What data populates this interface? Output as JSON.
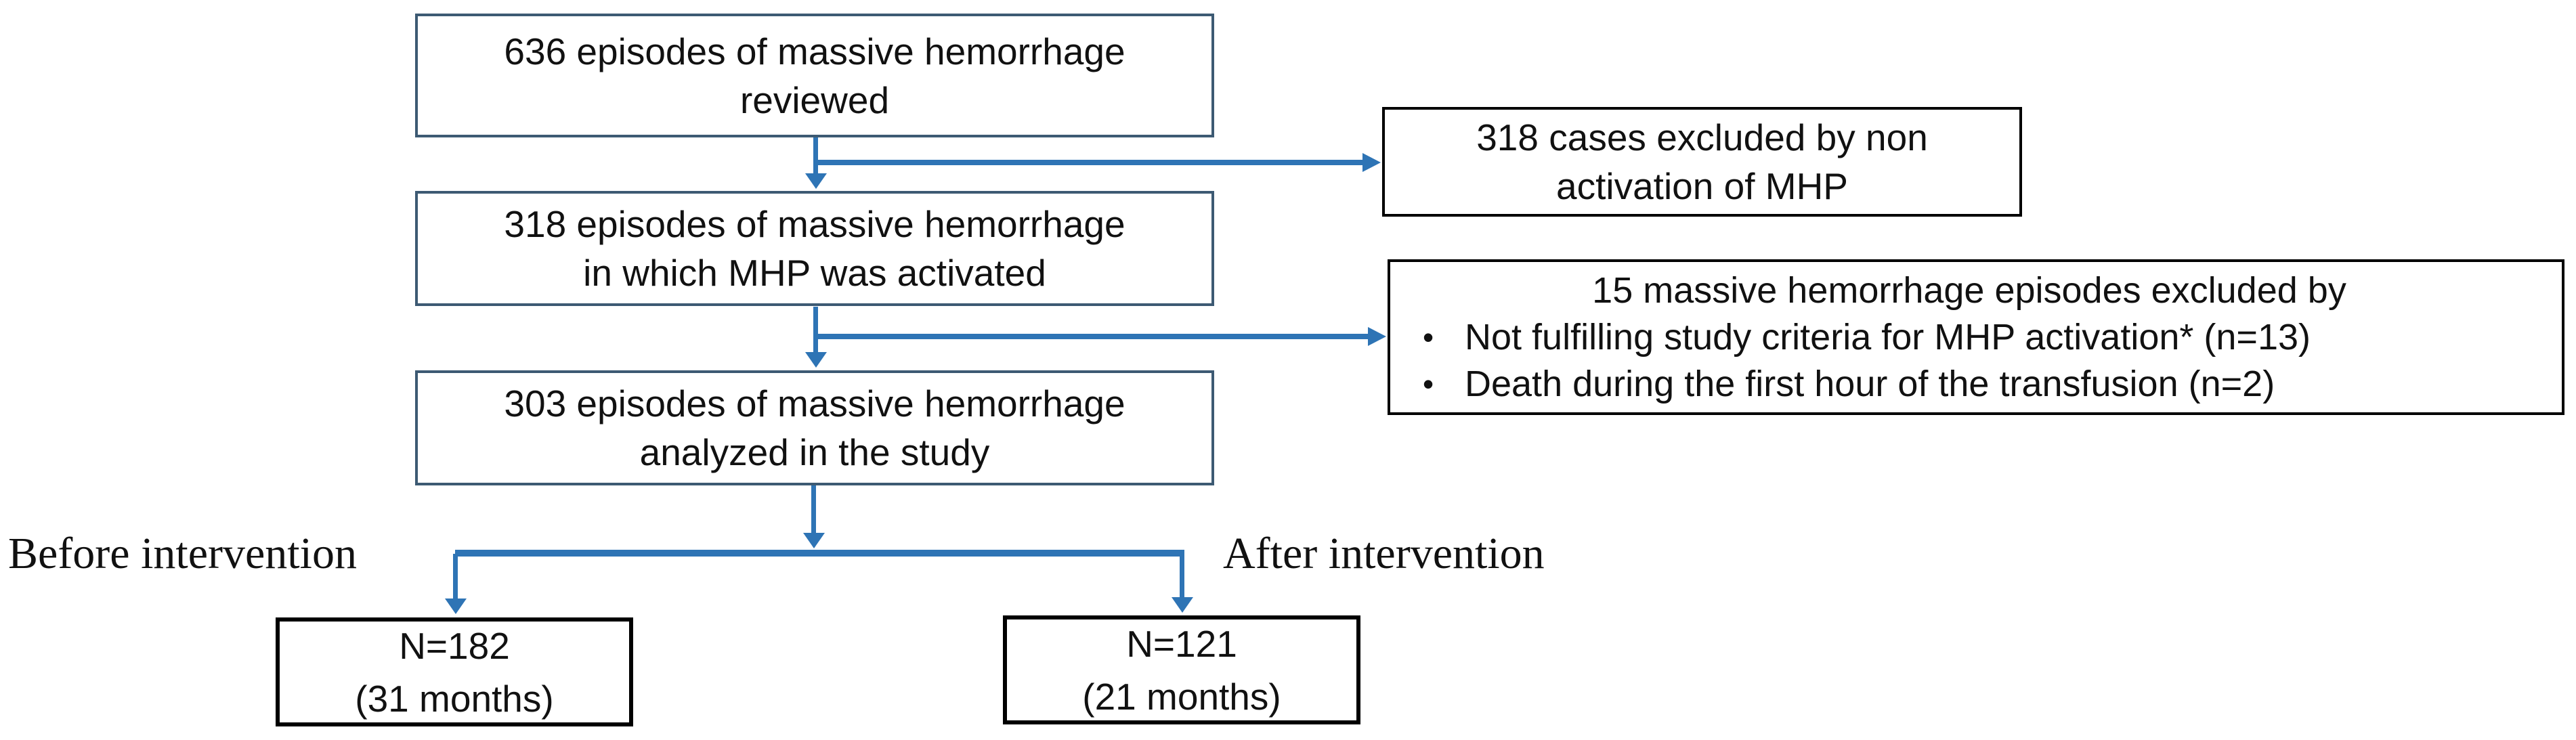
{
  "diagram": {
    "boxes": {
      "reviewed": {
        "line1": "636 episodes of massive hemorrhage",
        "line2": "reviewed"
      },
      "activated": {
        "line1": "318 episodes of massive hemorrhage",
        "line2": "in which MHP was activated"
      },
      "analyzed": {
        "line1": "303 episodes of massive hemorrhage",
        "line2": "analyzed in the study"
      },
      "excluded_non_activation": {
        "line1": "318 cases excluded by non",
        "line2": "activation of MHP"
      },
      "excluded_fifteen": {
        "title": "15 massive hemorrhage episodes excluded by",
        "bullet_icon": "•",
        "bullets": [
          "Not fulfilling study criteria for MHP activation* (n=13)",
          "Death during the first hour of the transfusion (n=2)"
        ]
      },
      "before_group": {
        "line1": "N=182",
        "line2": "(31 months)"
      },
      "after_group": {
        "line1": "N=121",
        "line2": "(21 months)"
      }
    },
    "labels": {
      "before": "Before intervention",
      "after": "After intervention"
    },
    "colors": {
      "arrow": "#2E74B5",
      "main_box_border": "#3D5A73",
      "secondary_box_border": "#000000",
      "text": "#111111",
      "background": "#FFFFFF"
    }
  }
}
